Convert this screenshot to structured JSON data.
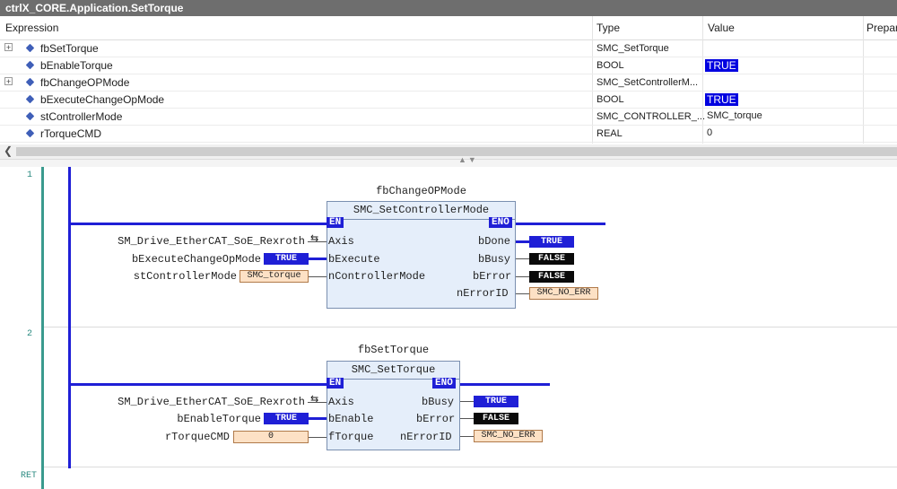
{
  "window": {
    "title": "ctrlX_CORE.Application.SetTorque"
  },
  "watch": {
    "columns": {
      "expression": "Expression",
      "type": "Type",
      "value": "Value",
      "prepared": "Prepar"
    },
    "rows": [
      {
        "expandable": true,
        "name": "fbSetTorque",
        "type": "SMC_SetTorque",
        "value": ""
      },
      {
        "expandable": false,
        "name": "bEnableTorque",
        "type": "BOOL",
        "value": "TRUE"
      },
      {
        "expandable": true,
        "name": "fbChangeOPMode",
        "type": "SMC_SetControllerM...",
        "value": ""
      },
      {
        "expandable": false,
        "name": "bExecuteChangeOpMode",
        "type": "BOOL",
        "value": "TRUE"
      },
      {
        "expandable": false,
        "name": "stControllerMode",
        "type": "SMC_CONTROLLER_...",
        "value": "SMC_torque"
      },
      {
        "expandable": false,
        "name": "rTorqueCMD",
        "type": "REAL",
        "value": "0"
      }
    ]
  },
  "ladder": {
    "net1": {
      "number": "1",
      "instance": "fbChangeOPMode",
      "type": "SMC_SetControllerMode",
      "en": "EN",
      "eno": "ENO",
      "inputs": [
        {
          "pin": "Axis",
          "label": "SM_Drive_EtherCAT_SoE_Rexroth",
          "value": ""
        },
        {
          "pin": "bExecute",
          "label": "bExecuteChangeOpMode",
          "value": "TRUE"
        },
        {
          "pin": "nControllerMode",
          "label": "stControllerMode",
          "value": "SMC_torque"
        }
      ],
      "outputs": [
        {
          "pin": "bDone",
          "value": "TRUE"
        },
        {
          "pin": "bBusy",
          "value": "FALSE"
        },
        {
          "pin": "bError",
          "value": "FALSE"
        },
        {
          "pin": "nErrorID",
          "value": "SMC_NO_ERR"
        }
      ]
    },
    "net2": {
      "number": "2",
      "instance": "fbSetTorque",
      "type": "SMC_SetTorque",
      "en": "EN",
      "eno": "ENO",
      "inputs": [
        {
          "pin": "Axis",
          "label": "SM_Drive_EtherCAT_SoE_Rexroth",
          "value": ""
        },
        {
          "pin": "bEnable",
          "label": "bEnableTorque",
          "value": "TRUE"
        },
        {
          "pin": "fTorque",
          "label": "rTorqueCMD",
          "value": "0"
        }
      ],
      "outputs": [
        {
          "pin": "bBusy",
          "value": "TRUE"
        },
        {
          "pin": "bError",
          "value": "FALSE"
        },
        {
          "pin": "nErrorID",
          "value": "SMC_NO_ERR"
        }
      ]
    },
    "ret": "RET"
  },
  "colors": {
    "accent": "#1f1fd6",
    "gutter": "#3a9a8e",
    "fb_fill": "#e5eefa",
    "value_fill": "#fde1c5"
  },
  "icons": {
    "expand": "plus-box-icon",
    "variable": "variable-diamond-icon",
    "link": "link-arrows-icon"
  }
}
